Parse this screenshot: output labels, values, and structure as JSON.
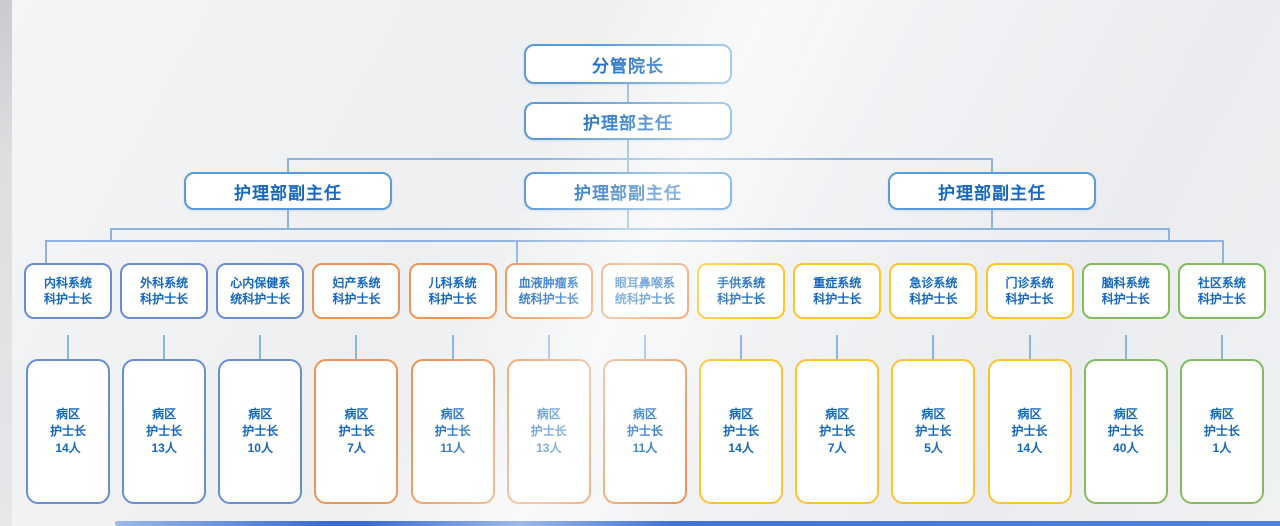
{
  "org": {
    "root_label": "分管院长",
    "director_label": "护理部主任",
    "deputies": [
      {
        "label": "护理部副主任"
      },
      {
        "label": "护理部副主任"
      },
      {
        "label": "护理部副主任"
      }
    ],
    "departments": [
      {
        "line1": "内科系统",
        "line2": "科护士长",
        "ward_line1": "病区",
        "ward_line2": "护士长",
        "count": "14人"
      },
      {
        "line1": "外科系统",
        "line2": "科护士长",
        "ward_line1": "病区",
        "ward_line2": "护士长",
        "count": "13人"
      },
      {
        "line1": "心内保健系",
        "line2": "统科护士长",
        "ward_line1": "病区",
        "ward_line2": "护士长",
        "count": "10人"
      },
      {
        "line1": "妇产系统",
        "line2": "科护士长",
        "ward_line1": "病区",
        "ward_line2": "护士长",
        "count": "7人"
      },
      {
        "line1": "儿科系统",
        "line2": "科护士长",
        "ward_line1": "病区",
        "ward_line2": "护士长",
        "count": "11人"
      },
      {
        "line1": "血液肿瘤系",
        "line2": "统科护士长",
        "ward_line1": "病区",
        "ward_line2": "护士长",
        "count": "13人"
      },
      {
        "line1": "眼耳鼻喉系",
        "line2": "统科护士长",
        "ward_line1": "病区",
        "ward_line2": "护士长",
        "count": "11人"
      },
      {
        "line1": "手供系统",
        "line2": "科护士长",
        "ward_line1": "病区",
        "ward_line2": "护士长",
        "count": "14人"
      },
      {
        "line1": "重症系统",
        "line2": "科护士长",
        "ward_line1": "病区",
        "ward_line2": "护士长",
        "count": "7人"
      },
      {
        "line1": "急诊系统",
        "line2": "科护士长",
        "ward_line1": "病区",
        "ward_line2": "护士长",
        "count": "5人"
      },
      {
        "line1": "门诊系统",
        "line2": "科护士长",
        "ward_line1": "病区",
        "ward_line2": "护士长",
        "count": "14人"
      },
      {
        "line1": "脑科系统",
        "line2": "科护士长",
        "ward_line1": "病区",
        "ward_line2": "护士长",
        "count": "40人"
      },
      {
        "line1": "社区系统",
        "line2": "科护士长",
        "ward_line1": "病区",
        "ward_line2": "护士长",
        "count": "1人"
      }
    ]
  },
  "colors": {
    "c-topblue": "#5B9BD5",
    "c-blue": "#6B8DD6",
    "c-orange": "#EE9455",
    "c-yellow": "#FFC428",
    "c-green": "#84BB5D",
    "c-line": "#8FB3DF",
    "c-text": "#1568C0",
    "c-bottom": "#3A6CD0"
  }
}
